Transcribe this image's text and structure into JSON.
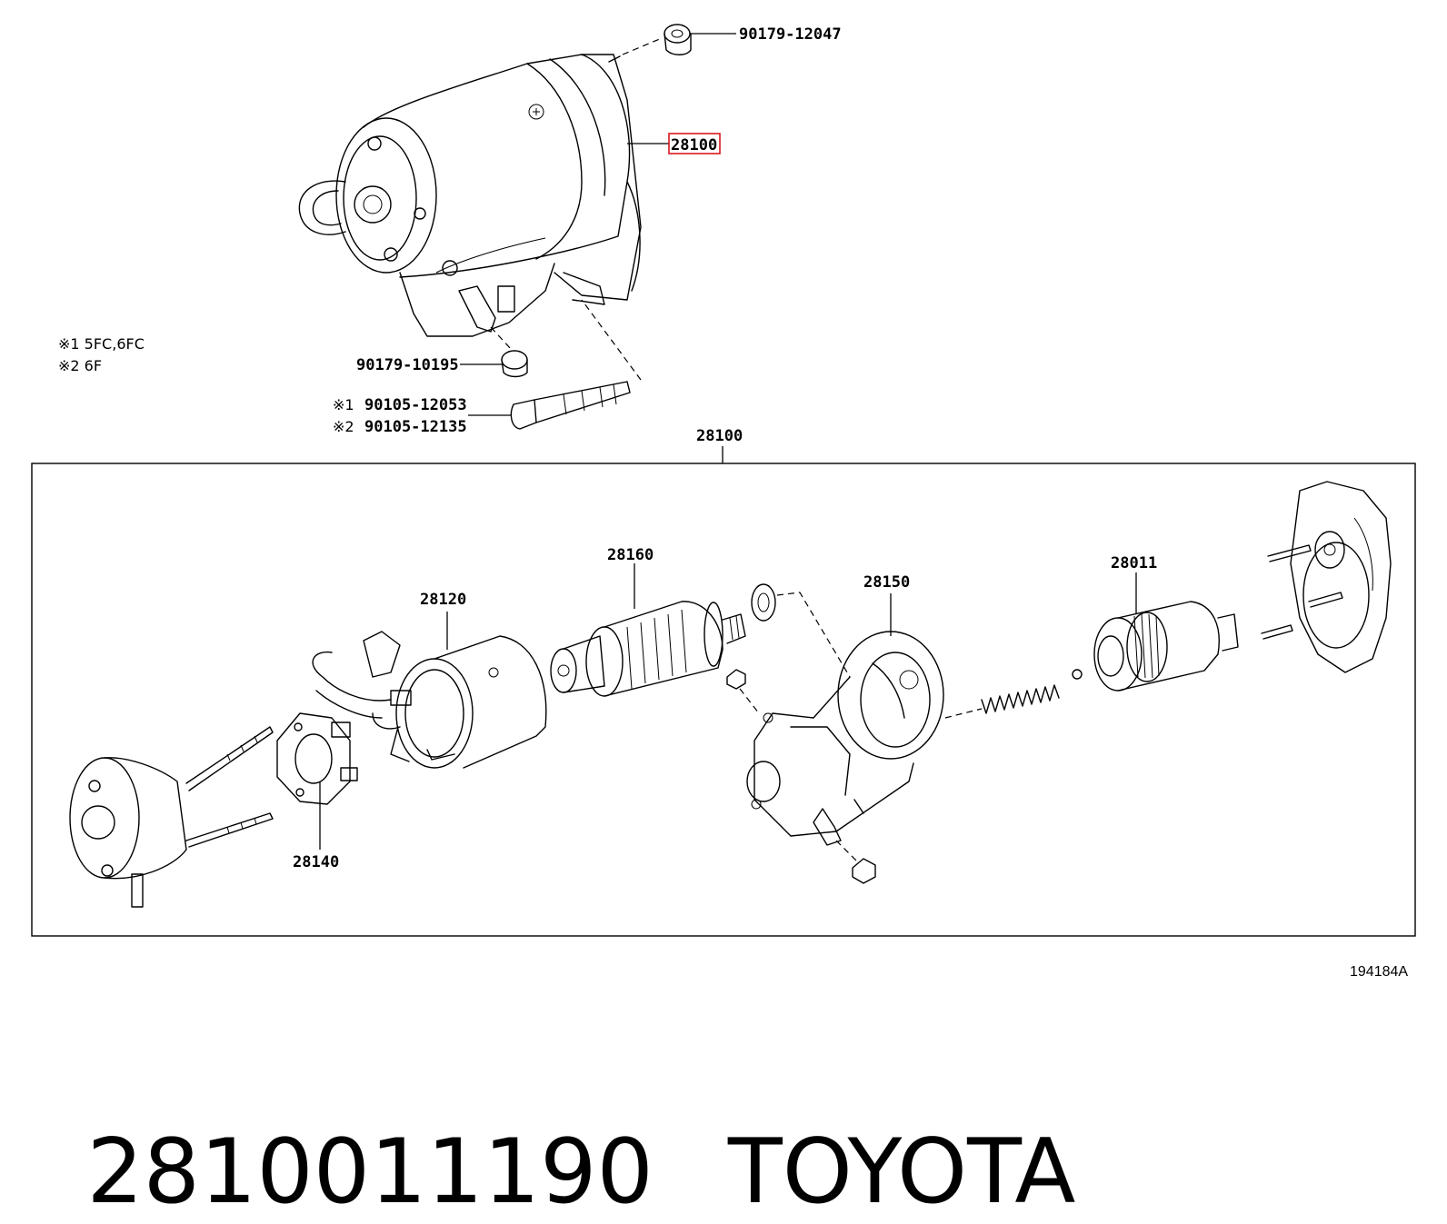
{
  "diagram": {
    "callouts": {
      "nut_top": "90179-12047",
      "starter_top": "28100",
      "nut_bottom": "90179-10195",
      "bolt_a": "90105-12053",
      "bolt_b": "90105-12135",
      "assy": "28100",
      "yoke": "28120",
      "armature": "28160",
      "solenoid": "28150",
      "clutch": "28011",
      "brush_holder": "28140"
    },
    "notes": {
      "note1": "※1 5FC,6FC",
      "note2": "※2 6F",
      "bolt_a_mark": "※1",
      "bolt_b_mark": "※2"
    },
    "figure_ref": "194184A",
    "highlight_color": "#d9181f"
  },
  "caption": {
    "part_number": "2810011190",
    "brand": "TOYOTA"
  }
}
